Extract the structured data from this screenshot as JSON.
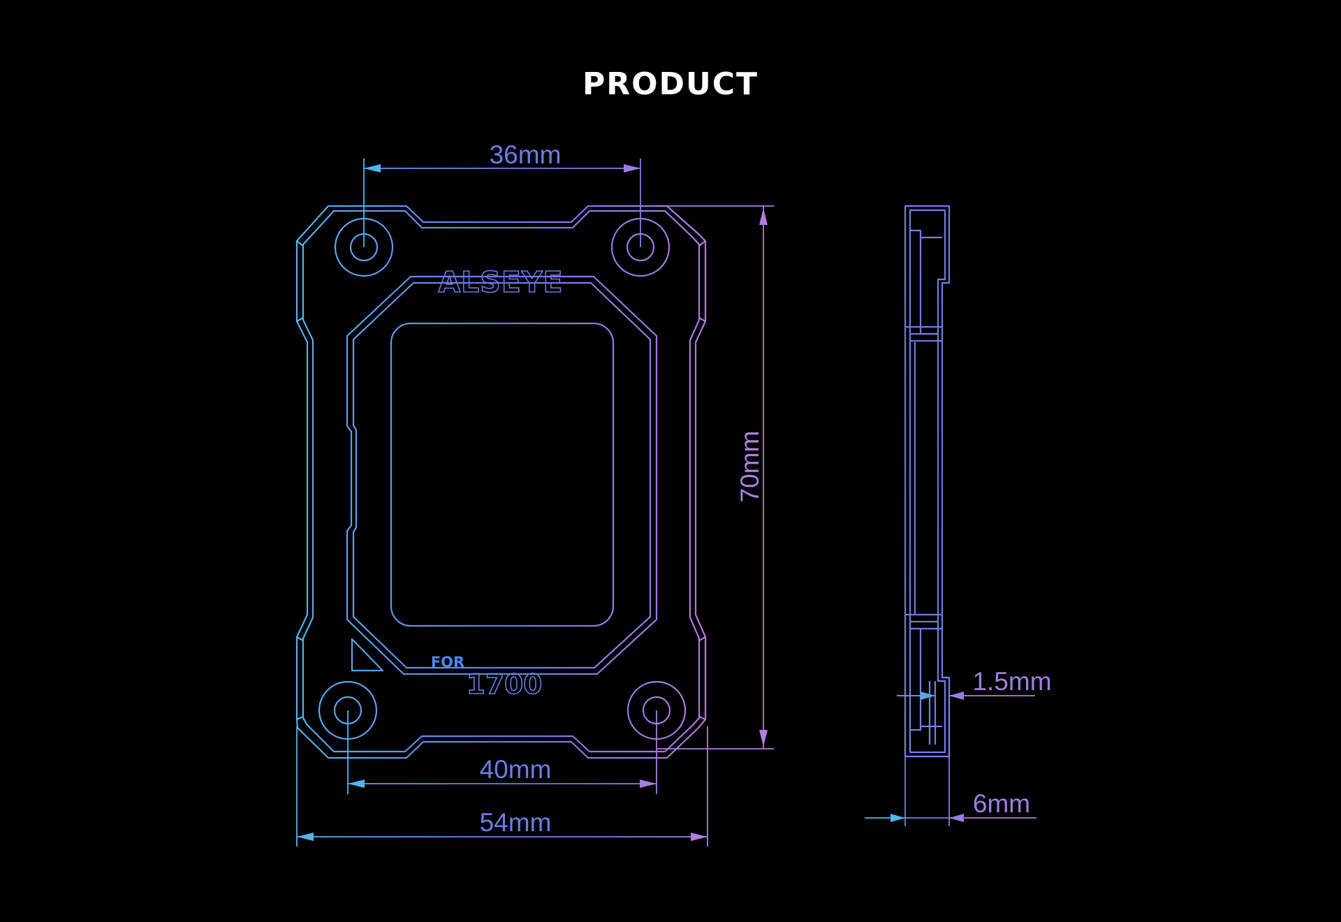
{
  "page": {
    "title": "PRODUCT"
  },
  "product": {
    "brand": "ALSEYE",
    "for_label": "FOR",
    "model_label": "1700"
  },
  "dimensions": {
    "top_hole_spacing": "36mm",
    "bottom_hole_spacing": "40mm",
    "overall_width": "54mm",
    "overall_height": "70mm",
    "step_thickness": "1.5mm",
    "total_thickness": "6mm"
  },
  "colors": {
    "background": "#000000",
    "title": "#ffffff",
    "gradient_start": "#4fb6f0",
    "gradient_mid": "#6a78e8",
    "gradient_end": "#b878e0",
    "dimension_line_blue": "#6a82e8",
    "dimension_line_purple": "#b080e0"
  }
}
